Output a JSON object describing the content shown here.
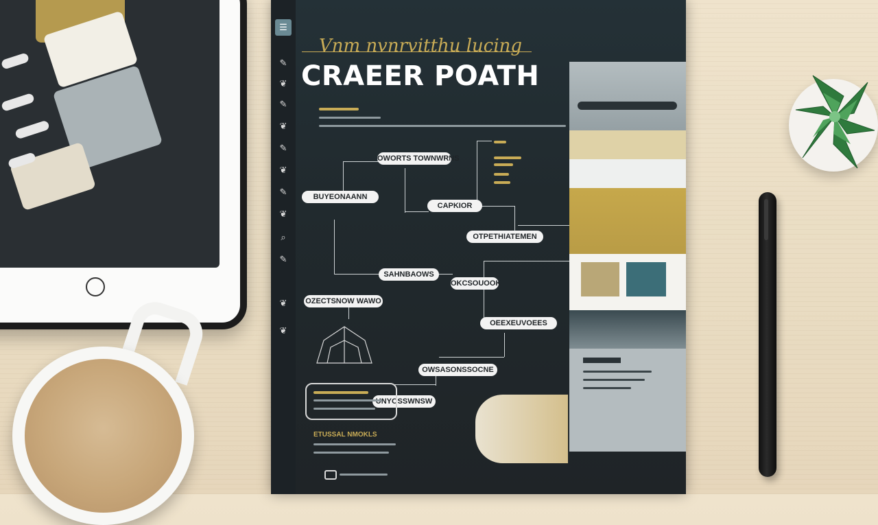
{
  "poster": {
    "script_heading": "Vnm nvnrvitthu lucing",
    "title": "CRAEER POATH",
    "nodes": [
      "OWORTS TOWNWRNS",
      "BUYEONAANN",
      "CAPKIOR",
      "OTPETHIATEMEN",
      "SAHNBAOWS",
      "OKCSOUOOK",
      "OZECTSNOW WAWO",
      "OEEXEUVOEES",
      "OWSASONSSOCNE",
      "UNYOSSWNSW"
    ],
    "footer_heading": "ETUSSAL NMOKLS"
  },
  "colors": {
    "poster_bg": "#212a2e",
    "accent_gold": "#c9ac56",
    "accent_teal": "#6a8a94",
    "desk": "#ece0c8"
  },
  "icons": [
    "menu-icon",
    "pencil-icon",
    "leaf-icon",
    "search-icon"
  ]
}
